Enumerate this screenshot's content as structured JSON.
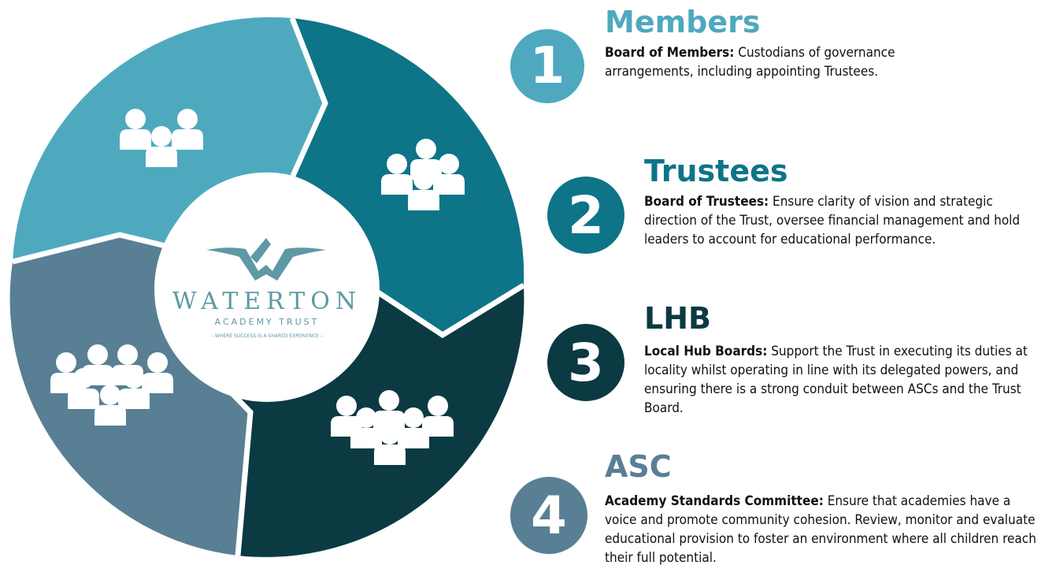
{
  "colors": {
    "members": "#4ea9bf",
    "trustees": "#0e7488",
    "lhb": "#0b3a43",
    "asc": "#587f94",
    "logo": "#5e99a5"
  },
  "logo": {
    "name": "WATERTON",
    "sub": "ACADEMY TRUST",
    "tagline": "– WHERE SUCCESS IS A SHARED EXPERIENCE –"
  },
  "tiers": [
    {
      "number": "1",
      "title": "Members",
      "bold": "Board of Members:",
      "text": " Custodians of governance arrangements, including appointing Trustees."
    },
    {
      "number": "2",
      "title": "Trustees",
      "bold": "Board of Trustees:",
      "text": " Ensure clarity of vision and strategic direction of the Trust, oversee financial management and hold leaders to account for educational performance."
    },
    {
      "number": "3",
      "title": "LHB",
      "bold": "Local Hub Boards:",
      "text": " Support the Trust in executing its duties at locality whilst operating in line with its delegated powers, and ensuring there is a strong conduit between ASCs and the Trust Board."
    },
    {
      "number": "4",
      "title": "ASC",
      "bold": "Academy Standards Committee:",
      "text": " Ensure that academies have a voice and promote community cohesion. Review, monitor and evaluate educational provision to foster an environment where all children reach their full potential."
    }
  ],
  "segment_icons": [
    {
      "segment": "members",
      "icon": "group-of-3-people-icon"
    },
    {
      "segment": "trustees",
      "icon": "group-of-4-people-icon"
    },
    {
      "segment": "lhb",
      "icon": "group-of-6-people-icon"
    },
    {
      "segment": "asc",
      "icon": "group-of-7-people-icon"
    }
  ]
}
